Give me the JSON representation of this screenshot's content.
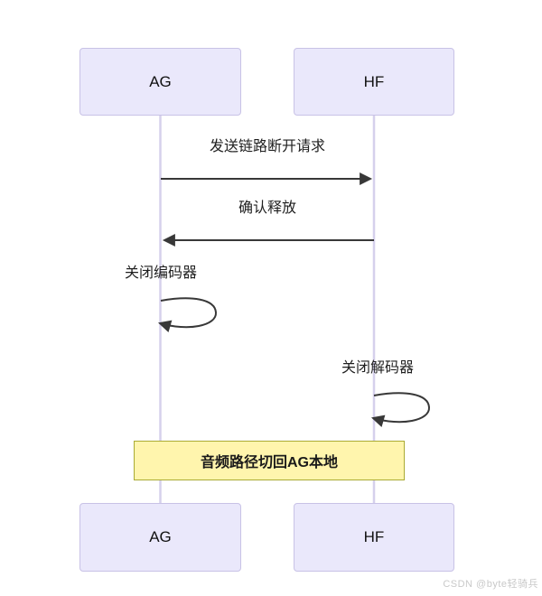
{
  "diagram": {
    "actors": [
      {
        "label": "AG"
      },
      {
        "label": "HF"
      }
    ],
    "messages": [
      {
        "from": "AG",
        "to": "HF",
        "kind": "arrow",
        "text": "发送链路断开请求"
      },
      {
        "from": "HF",
        "to": "AG",
        "kind": "arrow",
        "text": "确认释放"
      },
      {
        "from": "AG",
        "to": "AG",
        "kind": "self-loop",
        "text": "关闭编码器"
      },
      {
        "from": "HF",
        "to": "HF",
        "kind": "self-loop",
        "text": "关闭解码器"
      }
    ],
    "note": {
      "over": "AG,HF",
      "text": "音频路径切回AG本地"
    }
  },
  "watermark": {
    "text": "CSDN @byte轻骑兵"
  },
  "colors": {
    "actor_fill": "#EAE8FB",
    "actor_border": "#C8C2E6",
    "lifeline": "#D6D0EC",
    "arrow": "#383838",
    "note_fill": "#FFF5AD",
    "note_border": "#AAAA33",
    "text": "#1F1F1F",
    "watermark": "#C9C9C9"
  }
}
